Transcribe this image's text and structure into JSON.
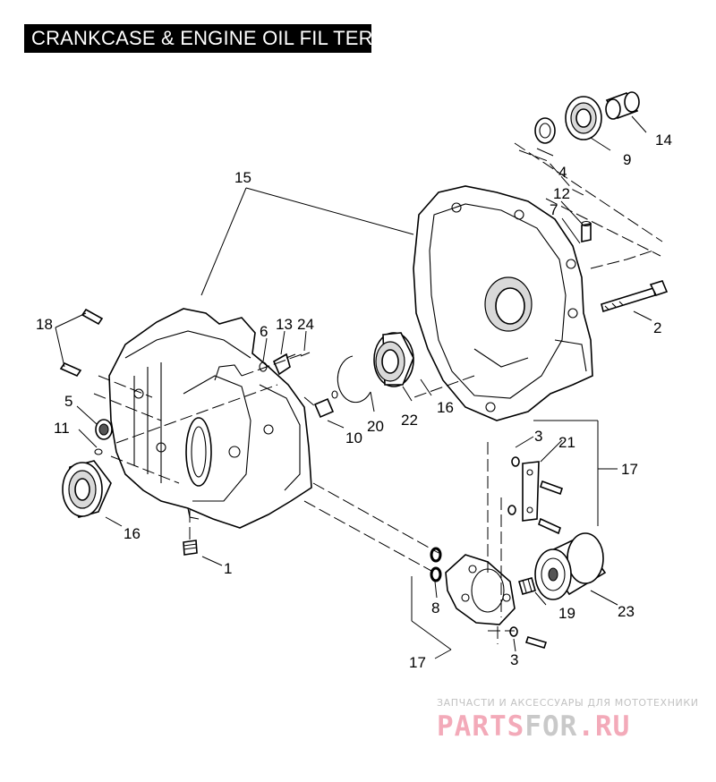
{
  "title": "CRANKCASE & ENGINE OIL FIL TER",
  "callouts": {
    "c1": "1",
    "c2": "2",
    "c3a": "3",
    "c3b": "3",
    "c4": "4",
    "c5": "5",
    "c6": "6",
    "c7": "7",
    "c8": "8",
    "c9": "9",
    "c10": "10",
    "c11": "11",
    "c12": "12",
    "c13": "13",
    "c14": "14",
    "c15": "15",
    "c16a": "16",
    "c16b": "16",
    "c17a": "17",
    "c17b": "17",
    "c18": "18",
    "c19": "19",
    "c20": "20",
    "c21": "21",
    "c22": "22",
    "c23": "23",
    "c24": "24"
  },
  "watermark": {
    "subtitle": "ЗАПЧАСТИ И АКСЕССУАРЫ ДЛЯ МОТОТЕХНИКИ",
    "logo_a": "PARTS",
    "logo_b": "FOR",
    "logo_c": ".RU",
    "colors": {
      "pink": "#f3aab9",
      "gray": "#c9c9c9"
    }
  }
}
